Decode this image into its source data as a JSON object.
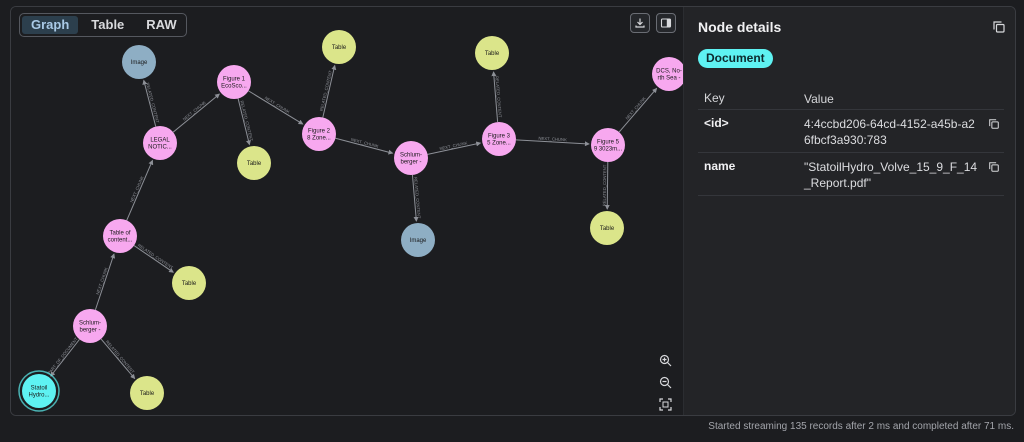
{
  "tabs": [
    {
      "label": "Graph",
      "active": true
    },
    {
      "label": "Table",
      "active": false
    },
    {
      "label": "RAW",
      "active": false
    }
  ],
  "toolbar": {
    "download_icon": "download-icon",
    "panel_icon": "side-panel-icon"
  },
  "zoom_controls": [
    "zoom-in-icon",
    "zoom-out-icon",
    "fit-view-icon"
  ],
  "graph": {
    "colors": {
      "document": "#5ef2f2",
      "chunk": "#f7a8ef",
      "table": "#dbe58a",
      "image": "#8eaec4",
      "edge": "#8d9097"
    },
    "nodes": [
      {
        "id": "n1",
        "type": "document",
        "lines": [
          "Statoil",
          "Hydro..."
        ]
      },
      {
        "id": "n2",
        "type": "chunk",
        "lines": [
          "Schlum-",
          "berger -"
        ]
      },
      {
        "id": "n3",
        "type": "table",
        "lines": [
          "Table"
        ]
      },
      {
        "id": "n4",
        "type": "chunk",
        "lines": [
          "Table of",
          "content..."
        ]
      },
      {
        "id": "n5",
        "type": "table",
        "lines": [
          "Table"
        ]
      },
      {
        "id": "n6",
        "type": "chunk",
        "lines": [
          "LEGAL",
          "NOTIC..."
        ]
      },
      {
        "id": "n7",
        "type": "image",
        "lines": [
          "Image"
        ]
      },
      {
        "id": "n8",
        "type": "chunk",
        "lines": [
          "Figure 1",
          "EcoSco..."
        ]
      },
      {
        "id": "n9",
        "type": "table",
        "lines": [
          "Table"
        ]
      },
      {
        "id": "n10",
        "type": "chunk",
        "lines": [
          "Figure 2",
          "8 Zone..."
        ]
      },
      {
        "id": "n11",
        "type": "table",
        "lines": [
          "Table"
        ]
      },
      {
        "id": "n12",
        "type": "chunk",
        "lines": [
          "Schlum-",
          "berger -"
        ]
      },
      {
        "id": "n13",
        "type": "image",
        "lines": [
          "Image"
        ]
      },
      {
        "id": "n14",
        "type": "chunk",
        "lines": [
          "Figure 3",
          "5 Zone..."
        ]
      },
      {
        "id": "n15",
        "type": "table",
        "lines": [
          "Table"
        ]
      },
      {
        "id": "n16",
        "type": "chunk",
        "lines": [
          "Figure 5",
          "9 3023m..."
        ]
      },
      {
        "id": "n17",
        "type": "table",
        "lines": [
          "Table"
        ]
      },
      {
        "id": "n18",
        "type": "chunk",
        "lines": [
          "DCS, No-",
          "rth Sea -"
        ]
      }
    ],
    "edges": [
      {
        "from": "n2",
        "to": "n1",
        "label": "PART_OF_DOCUMENT"
      },
      {
        "from": "n2",
        "to": "n3",
        "label": "RELATED_CONTENT"
      },
      {
        "from": "n2",
        "to": "n4",
        "label": "NEXT_CHUNK"
      },
      {
        "from": "n4",
        "to": "n5",
        "label": "RELATED_CONTENT"
      },
      {
        "from": "n4",
        "to": "n6",
        "label": "NEXT_CHUNK"
      },
      {
        "from": "n6",
        "to": "n7",
        "label": "RELATED_CONTENT"
      },
      {
        "from": "n6",
        "to": "n8",
        "label": "NEXT_CHUNK"
      },
      {
        "from": "n8",
        "to": "n9",
        "label": "RELATED_CONTENT"
      },
      {
        "from": "n8",
        "to": "n10",
        "label": "NEXT_CHUNK"
      },
      {
        "from": "n10",
        "to": "n11",
        "label": "RELATED_CONTENT"
      },
      {
        "from": "n10",
        "to": "n12",
        "label": "NEXT_CHUNK"
      },
      {
        "from": "n12",
        "to": "n13",
        "label": "RELATED_CONTENT"
      },
      {
        "from": "n12",
        "to": "n14",
        "label": "NEXT_CHUNK"
      },
      {
        "from": "n14",
        "to": "n15",
        "label": "RELATED_CONTENT"
      },
      {
        "from": "n14",
        "to": "n16",
        "label": "NEXT_CHUNK"
      },
      {
        "from": "n16",
        "to": "n17",
        "label": "RELATED_CONTENT"
      },
      {
        "from": "n16",
        "to": "n18",
        "label": "NEXT_CHUNK"
      }
    ]
  },
  "details": {
    "title": "Node details",
    "copy_icon": "copy-icon",
    "badge": "Document",
    "key_header": "Key",
    "value_header": "Value",
    "properties": [
      {
        "key": "<id>",
        "value": "4:4ccbd206-64cd-4152-a45b-a26fbcf3a930:783"
      },
      {
        "key": "name",
        "value": "\"StatoilHydro_Volve_15_9_F_14_Report.pdf\""
      }
    ]
  },
  "status": "Started streaming 135 records after 2 ms and completed after 71 ms."
}
